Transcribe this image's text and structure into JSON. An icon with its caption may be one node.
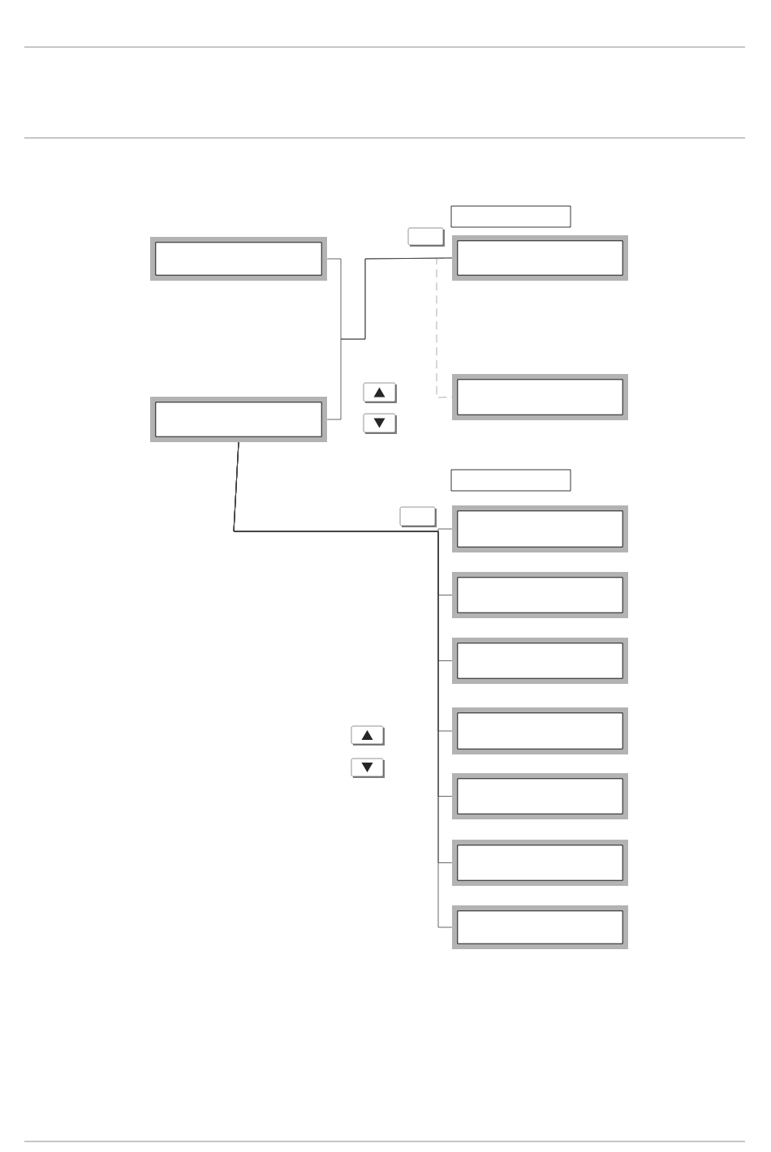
{
  "diagram": {
    "nodes": [
      {
        "text": [],
        "shape": "box"
      },
      {
        "text": [],
        "shape": "box"
      },
      {
        "text": [],
        "shape": "box"
      },
      {
        "text": [],
        "shape": "box"
      },
      {
        "text": [],
        "shape": "box"
      },
      {
        "text": [],
        "shape": "box"
      },
      {
        "text": [],
        "shape": "box"
      },
      {
        "text": [],
        "shape": "box"
      },
      {
        "text": [],
        "shape": "box"
      },
      {
        "text": [],
        "shape": "box"
      },
      {
        "text": [],
        "shape": "box"
      }
    ],
    "edges": [
      {
        "from": 0,
        "to": 1,
        "arrow": "none"
      },
      {
        "from": 3,
        "to": 1,
        "arrow": "none"
      },
      {
        "from": 1,
        "to": 2,
        "arrow": "none",
        "style": "dashed",
        "color": "#999999"
      },
      {
        "from": 3,
        "to": 4,
        "arrow": "none"
      },
      {
        "from": 3,
        "to": 5,
        "arrow": "none"
      },
      {
        "from": 3,
        "to": 6,
        "arrow": "none"
      },
      {
        "from": 3,
        "to": 7,
        "arrow": "none"
      },
      {
        "from": 3,
        "to": 8,
        "arrow": "none"
      },
      {
        "from": 3,
        "to": 9,
        "arrow": "none"
      },
      {
        "from": 3,
        "to": 10,
        "arrow": "none"
      }
    ]
  }
}
